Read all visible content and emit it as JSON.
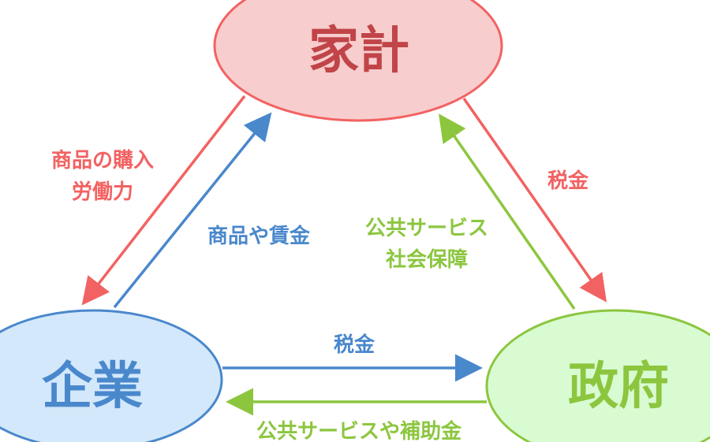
{
  "colors": {
    "red": "#f26262",
    "dark_red": "#c04448",
    "blue": "#4a88cc",
    "green": "#8cc63f",
    "pink_fill": "#f7cdcd",
    "blue_fill": "#d4e8fb",
    "green_fill": "#d9fbd2"
  },
  "nodes": {
    "household": "家計",
    "firm": "企業",
    "government": "政府"
  },
  "flows": {
    "household_to_firm": [
      "商品の購入",
      "労働力"
    ],
    "firm_to_household": "商品や賃金",
    "household_to_government": "税金",
    "government_to_household": [
      "公共サービス",
      "社会保障"
    ],
    "firm_to_government": "税金",
    "government_to_firm": "公共サービスや補助金"
  }
}
